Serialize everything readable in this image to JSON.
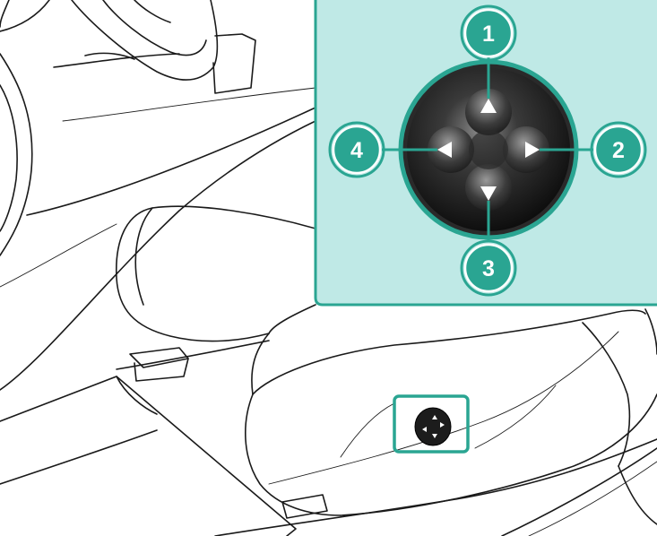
{
  "callouts": [
    {
      "number": "1",
      "direction": "up"
    },
    {
      "number": "2",
      "direction": "right"
    },
    {
      "number": "3",
      "direction": "down"
    },
    {
      "number": "4",
      "direction": "left"
    }
  ],
  "colors": {
    "inset_fill": "#bfe9e6",
    "accent": "#2aa592",
    "knob": "#1c1c1c",
    "line_art": "#1a1a1a"
  },
  "icons": {
    "knob": "four-way-switch-icon",
    "arrow_up": "triangle-up-icon",
    "arrow_right": "triangle-right-icon",
    "arrow_down": "triangle-down-icon",
    "arrow_left": "triangle-left-icon"
  }
}
